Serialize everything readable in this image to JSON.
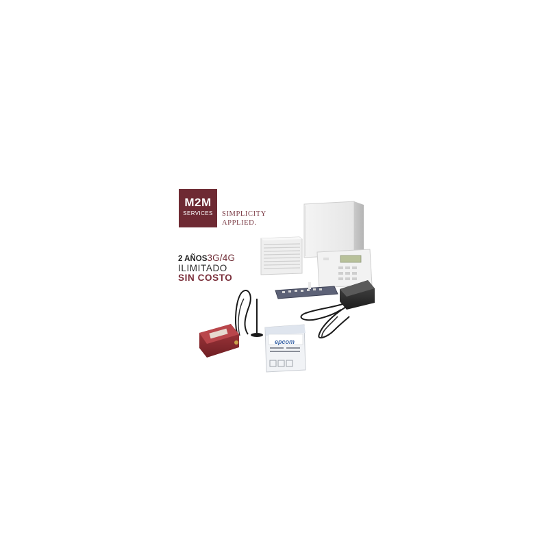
{
  "logo": {
    "main": "M2M",
    "sub": "SERVICES",
    "color": "#6e2a33"
  },
  "tagline": {
    "line1": "SIMPLICITY",
    "line2": "APPLIED."
  },
  "promo": {
    "years": "2 AÑOS",
    "network": "3G/4G",
    "unlimited": "ILIMITADO",
    "free": "SIN COSTO"
  },
  "battery": {
    "brand": "epcom"
  },
  "colors": {
    "brand": "#6e2a33",
    "battery_label": "#3d67a8",
    "communicator": "#8c2e33"
  }
}
